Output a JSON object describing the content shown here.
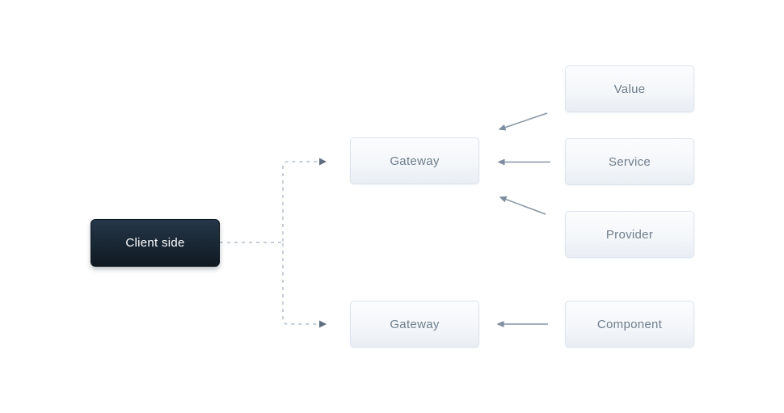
{
  "diagram": {
    "nodes": {
      "client": {
        "label": "Client side",
        "kind": "dark"
      },
      "gateway_top": {
        "label": "Gateway",
        "kind": "light"
      },
      "gateway_bottom": {
        "label": "Gateway",
        "kind": "light"
      },
      "value": {
        "label": "Value",
        "kind": "light"
      },
      "service": {
        "label": "Service",
        "kind": "light"
      },
      "provider": {
        "label": "Provider",
        "kind": "light"
      },
      "component": {
        "label": "Component",
        "kind": "light"
      }
    },
    "edges": [
      {
        "from": "client",
        "to": "gateway_top",
        "style": "dashed",
        "arrow": "into-gateway-top"
      },
      {
        "from": "client",
        "to": "gateway_bottom",
        "style": "dashed",
        "arrow": "into-gateway-bottom"
      },
      {
        "from": "value",
        "to": "gateway_top",
        "style": "solid",
        "arrow": "left"
      },
      {
        "from": "service",
        "to": "gateway_top",
        "style": "solid",
        "arrow": "left"
      },
      {
        "from": "provider",
        "to": "gateway_top",
        "style": "solid",
        "arrow": "left"
      },
      {
        "from": "component",
        "to": "gateway_bottom",
        "style": "solid",
        "arrow": "left"
      }
    ],
    "colors": {
      "background": "#ffffff",
      "dark_node_top": "#253749",
      "dark_node_bottom": "#101922",
      "dark_node_text": "#ffffff",
      "light_node_top": "#fbfcfd",
      "light_node_bottom": "#e9eef4",
      "light_node_border": "#dde4ed",
      "light_node_text": "#6f7d8d",
      "dashed_line": "#c6cfd9",
      "dashed_arrowhead": "#5f6e7e",
      "solid_line": "#8794a5",
      "solid_arrowhead": "#7e8d9e"
    }
  }
}
